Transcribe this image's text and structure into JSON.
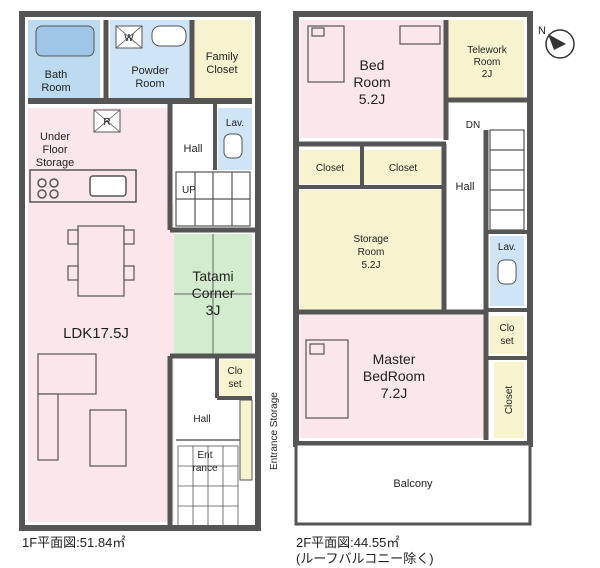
{
  "floor1": {
    "rooms": {
      "bath": [
        "Bath",
        "Room"
      ],
      "powder": [
        "Powder",
        "Room"
      ],
      "washer": "W",
      "family_closet": [
        "Family",
        "Closet"
      ],
      "under_floor_storage": [
        "Under",
        "Floor",
        "Storage"
      ],
      "r_mark": "R",
      "hall_upper": "Hall",
      "up": "UP",
      "lav": "Lav.",
      "tatami": [
        "Tatami",
        "Corner",
        "3J"
      ],
      "ldk": "LDK17.5J",
      "closet": [
        "Clo",
        "set"
      ],
      "hall_lower": "Hall",
      "entrance": [
        "Ent",
        "rance"
      ],
      "entrance_storage": "Entrance Storage"
    },
    "caption": "1F平面図:51.84㎡"
  },
  "floor2": {
    "rooms": {
      "bedroom": [
        "Bed",
        "Room",
        "5.2J"
      ],
      "telework": [
        "Telework",
        "Room",
        "2J"
      ],
      "dn": "DN",
      "closet_left": "Closet",
      "closet_right": "Closet",
      "hall": "Hall",
      "storage": [
        "Storage",
        "Room",
        "5.2J"
      ],
      "lav": "Lav.",
      "closet_small": [
        "Clo",
        "set"
      ],
      "master": [
        "Master",
        "BedRoom",
        "7.2J"
      ],
      "closet_vertical": "Closet",
      "balcony": "Balcony"
    },
    "caption": "2F平面図:44.55㎡",
    "caption_note": "(ルーフバルコニー除く)"
  },
  "compass": {
    "label": "N",
    "icon": "north-arrow-icon"
  },
  "colors": {
    "wall": "#555555",
    "bath": "#bcdaf0",
    "powder": "#cfe4f6",
    "closet": "#f7f3cf",
    "ldk": "#fbe6ec",
    "tatami": "#d3ebcf",
    "bedroom": "#fbe6ec",
    "storage": "#f7f3cf",
    "hall": "#ffffff"
  }
}
